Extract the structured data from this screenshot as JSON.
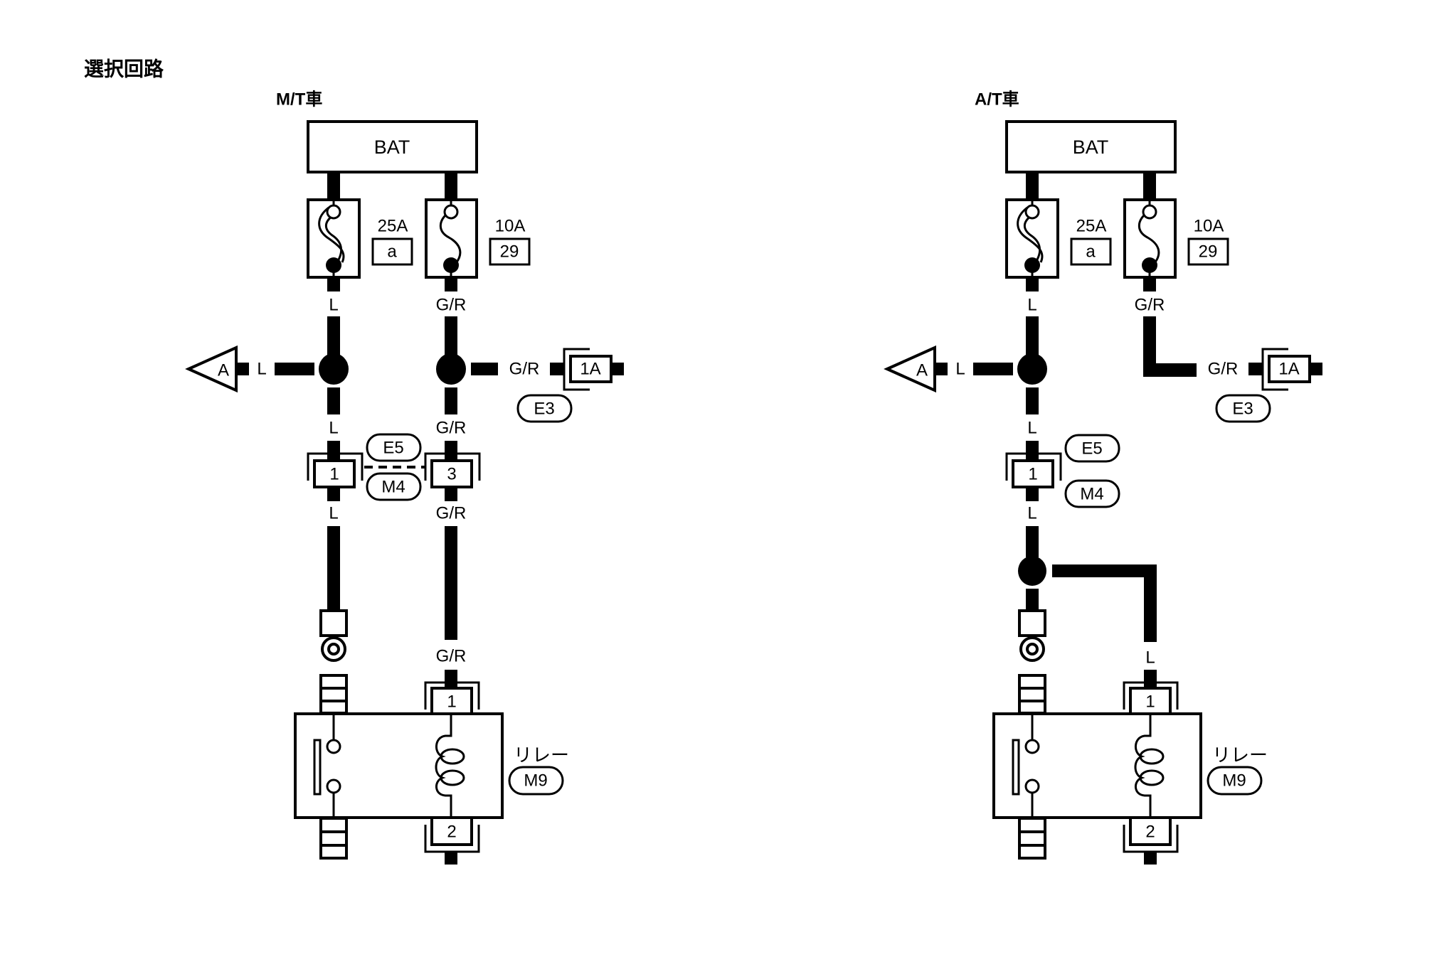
{
  "title": "選択回路",
  "mt": {
    "variant": "M/T車",
    "battery": "BAT",
    "fuse_main": {
      "rating": "25A",
      "id": "a"
    },
    "fuse_sub": {
      "rating": "10A",
      "id": "29"
    },
    "wire_l": "L",
    "wire_gr": "G/R",
    "branch_arrow": "A",
    "connector_e3": {
      "id": "E3",
      "pin": "1A"
    },
    "connector_e5": "E5",
    "connector_m4": "M4",
    "joint_pins": [
      "1",
      "3"
    ],
    "relay": {
      "name": "リレー",
      "id": "M9",
      "pins": [
        "1",
        "2"
      ]
    }
  },
  "at": {
    "variant": "A/T車",
    "battery": "BAT",
    "fuse_main": {
      "rating": "25A",
      "id": "a"
    },
    "fuse_sub": {
      "rating": "10A",
      "id": "29"
    },
    "wire_l": "L",
    "wire_gr": "G/R",
    "branch_arrow": "A",
    "connector_e3": {
      "id": "E3",
      "pin": "1A"
    },
    "connector_e5": "E5",
    "connector_m4": "M4",
    "joint_pins": [
      "1"
    ],
    "relay": {
      "name": "リレー",
      "id": "M9",
      "pins": [
        "1",
        "2"
      ]
    }
  }
}
